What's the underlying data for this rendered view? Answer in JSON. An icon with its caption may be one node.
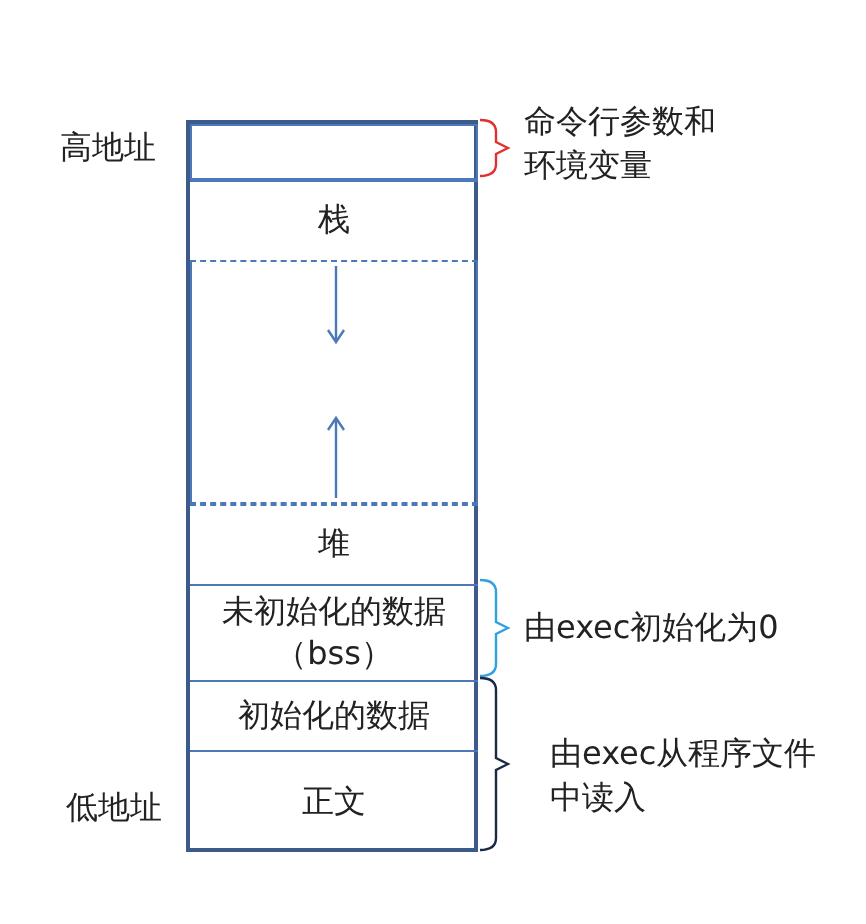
{
  "diagram": {
    "nodes": [
      {
        "text": [],
        "shape": "box"
      },
      {
        "text": [],
        "shape": "box",
        "in": 0
      },
      {
        "text": [
          "栈"
        ],
        "in": 0
      },
      {
        "text": [],
        "shape": "box",
        "in": 0
      },
      {
        "text": [
          "堆"
        ],
        "in": 0
      },
      {
        "text": [
          "未初始化的数据（bss）"
        ],
        "in": 0
      },
      {
        "text": [
          "初始化的数据"
        ],
        "in": 0
      },
      {
        "text": [
          "正文"
        ],
        "in": 0
      }
    ],
    "edges": [],
    "labels": [
      "高地址",
      "命令行参数和环境变量",
      "由exec初始化为0",
      "由exec从程序文件中读入",
      "低地址"
    ]
  }
}
